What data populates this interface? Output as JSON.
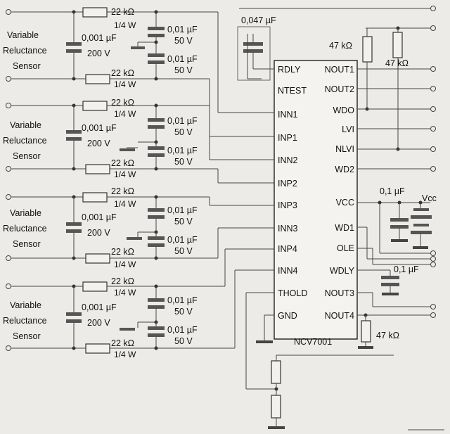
{
  "ic": {
    "part_number": "NCV7001",
    "left_pins": [
      "RDLY",
      "NTEST",
      "INN1",
      "INP1",
      "INN2",
      "INP2",
      "INP3",
      "INN3",
      "INP4",
      "INN4",
      "THOLD",
      "GND"
    ],
    "right_pins": [
      "NOUT1",
      "NOUT2",
      "WDO",
      "LVI",
      "NLVI",
      "WD2",
      "VCC",
      "WD1",
      "OLE",
      "WDLY",
      "NOUT3",
      "NOUT4"
    ]
  },
  "sensor_label": [
    "Variable",
    "Reluctance",
    "Sensor"
  ],
  "channel": {
    "resistor_value": "22 kΩ",
    "resistor_power": "1/4 W",
    "input_cap_value": "0,001 µF",
    "input_cap_voltage": "200 V",
    "filter_cap_value": "0,01 µF",
    "filter_cap_voltage": "50 V"
  },
  "rdly_cap": "0,047 µF",
  "pullup_1": "47 kΩ",
  "pullup_2": "47 kΩ",
  "vcc_cap": "0,1 µF",
  "vcc_label": "Vcc",
  "wdly_cap": "0,1 µF",
  "nout4_res": "47 kΩ"
}
